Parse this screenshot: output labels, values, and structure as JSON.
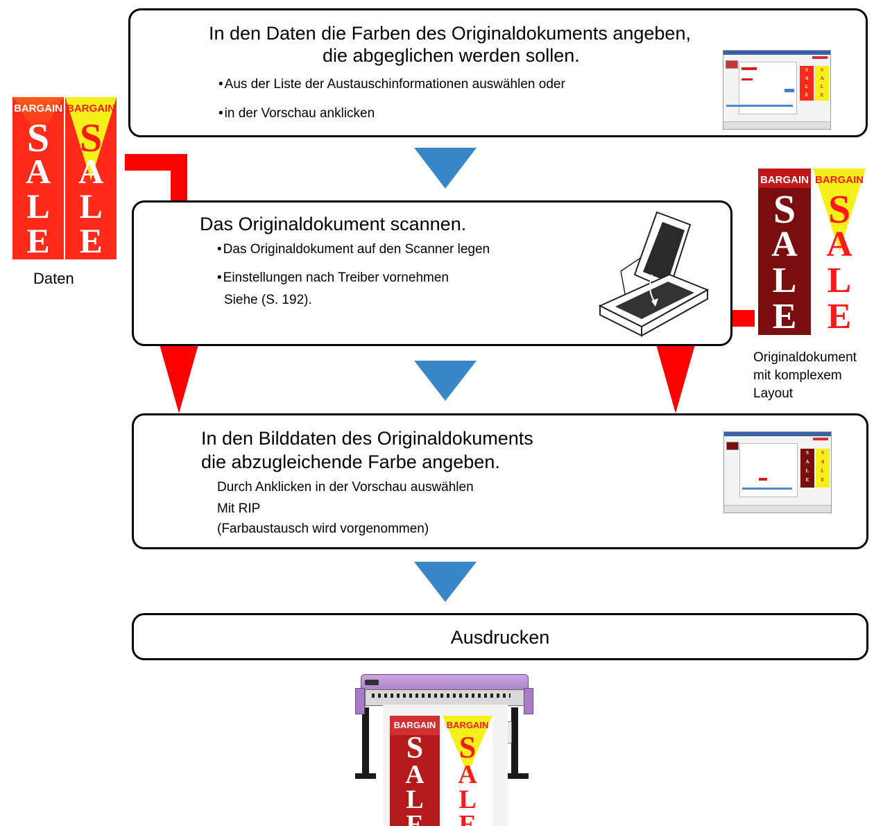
{
  "step1": {
    "title_line1": "In den Daten die Farben des Originaldokuments angeben,",
    "title_line2": "die abgeglichen werden sollen.",
    "bullet1": "Aus der Liste der Austauschinformationen auswählen oder",
    "bullet2": "in der Vorschau anklicken"
  },
  "step2": {
    "title": "Das Originaldokument scannen.",
    "bullet1": "Das Originaldokument auf den Scanner legen",
    "bullet2": "Einstellungen nach Treiber vornehmen",
    "note": "Siehe (S. 192)."
  },
  "step3": {
    "title_line1": "In den Bilddaten des Originaldokuments",
    "title_line2": "die abzugleichende Farbe angeben.",
    "line1": "Durch Anklicken in der Vorschau auswählen",
    "line2": "Mit RIP",
    "line3": "(Farbaustausch wird vorgenommen)"
  },
  "step4": {
    "title": "Ausdrucken"
  },
  "left_caption": "Daten",
  "right_caption": {
    "line1": "Originaldokument",
    "line2": "mit komplexem",
    "line3": "Layout"
  },
  "banner": {
    "header": "BARGAIN",
    "letters": [
      "S",
      "A",
      "L",
      "E"
    ]
  },
  "colors": {
    "flow_arrow": "#3a87c8",
    "red_arrow": "#ff0000",
    "banner_red": "#ff2a1a",
    "banner_yellow": "#f5f01a",
    "banner_darkred": "#7a0d0d"
  }
}
